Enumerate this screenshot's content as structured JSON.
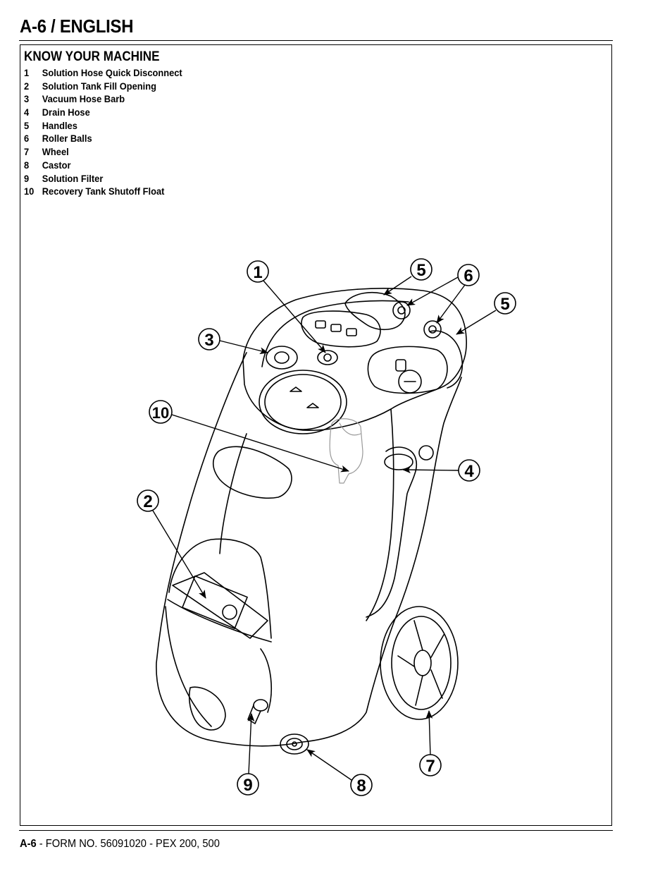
{
  "header": {
    "title": "A-6 / ENGLISH"
  },
  "section": {
    "heading": "KNOW YOUR MACHINE"
  },
  "parts": [
    {
      "num": "1",
      "label": "Solution Hose Quick Disconnect"
    },
    {
      "num": "2",
      "label": "Solution Tank Fill Opening"
    },
    {
      "num": "3",
      "label": "Vacuum Hose Barb"
    },
    {
      "num": "4",
      "label": "Drain Hose"
    },
    {
      "num": "5",
      "label": "Handles"
    },
    {
      "num": "6",
      "label": "Roller Balls"
    },
    {
      "num": "7",
      "label": "Wheel"
    },
    {
      "num": "8",
      "label": "Castor"
    },
    {
      "num": "9",
      "label": "Solution Filter"
    },
    {
      "num": "10",
      "label": "Recovery Tank Shutoff Float"
    }
  ],
  "callouts": {
    "c1": "1",
    "c2": "2",
    "c3": "3",
    "c4": "4",
    "c5a": "5",
    "c5b": "5",
    "c6": "6",
    "c7": "7",
    "c8": "8",
    "c9": "9",
    "c10": "10"
  },
  "footer": {
    "page": "A-6",
    "text": " - FORM NO. 56091020 - PEX 200, 500"
  }
}
